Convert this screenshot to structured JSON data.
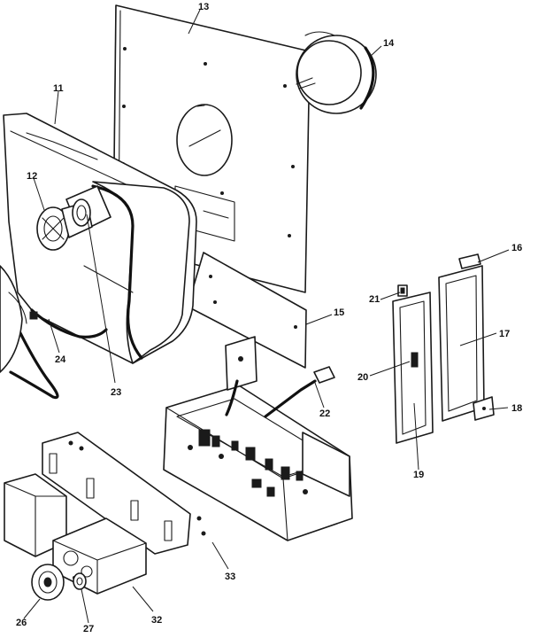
{
  "callouts": [
    {
      "id": "c11",
      "label": "11"
    },
    {
      "id": "c12",
      "label": "12"
    },
    {
      "id": "c13",
      "label": "13"
    },
    {
      "id": "c14",
      "label": "14"
    },
    {
      "id": "c15",
      "label": "15"
    },
    {
      "id": "c16",
      "label": "16"
    },
    {
      "id": "c17",
      "label": "17"
    },
    {
      "id": "c18",
      "label": "18"
    },
    {
      "id": "c19",
      "label": "19"
    },
    {
      "id": "c20",
      "label": "20"
    },
    {
      "id": "c21",
      "label": "21"
    },
    {
      "id": "c22",
      "label": "22"
    },
    {
      "id": "c23",
      "label": "23"
    },
    {
      "id": "c24",
      "label": "24"
    },
    {
      "id": "c26",
      "label": "26"
    },
    {
      "id": "c27",
      "label": "27"
    },
    {
      "id": "c32",
      "label": "32"
    },
    {
      "id": "c33",
      "label": "33"
    }
  ]
}
